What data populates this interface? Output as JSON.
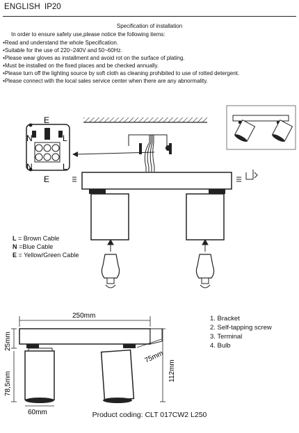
{
  "header": {
    "language": "ENGLISH",
    "ip_rating": "IP20"
  },
  "spec": {
    "title": "Specification of installation",
    "intro": "In order to ensure safety use,please notice the following items:",
    "items": [
      "Read and understand the whole Specification.",
      "Suitable for the use of 220~240V and 50~60Hz.",
      "Please wear gloves as installment and avoid rot on the surface of plating.",
      "Must be installed on the fixed places and be checked annually.",
      "Please turn off the lighting source by soft cloth as cleaning prohibited to use of rotted detergent.",
      "Please connect with the local sales service center when there are any abnormality."
    ]
  },
  "terminal_labels": {
    "earth": "E",
    "neutral": "N",
    "live": "L"
  },
  "legend": [
    {
      "letter": "L",
      "text": " = Brown Cable"
    },
    {
      "letter": "N",
      "text": " =Blue Cable"
    },
    {
      "letter": "E",
      "text": " = Yellow/Green Cable"
    }
  ],
  "parts": [
    "1. Bracket",
    "2. Self-tapping screw",
    "3. Terminal",
    "4. Bulb"
  ],
  "dimensions": {
    "length": "250mm",
    "depth": "75mm",
    "height_total": "112mm",
    "bracket_height": "25mm",
    "shade_height": "78,5mm",
    "shade_diameter": "60mm"
  },
  "product_coding": "Product coding: CLT 017CW2 L250",
  "colors": {
    "ink": "#111111",
    "line": "#222222"
  }
}
